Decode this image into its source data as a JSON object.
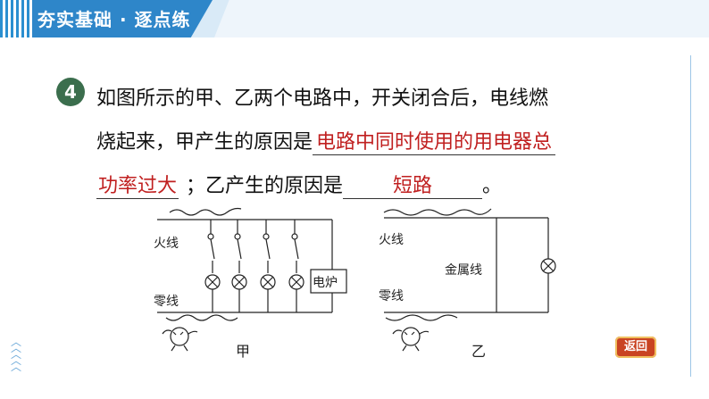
{
  "header": {
    "title": "夯实基础 · 逐点练"
  },
  "question": {
    "number": "4",
    "line1": "如图所示的甲、乙两个电路中，开关闭合后，电线燃",
    "line2_prefix": "烧起来，甲产生的原因是",
    "answer1_part1": "电路中同时使用的用电器总",
    "answer1_part2": "功率过大",
    "line3_mid": "；乙产生的原因是",
    "answer2": "短路",
    "line3_end": "。"
  },
  "diagram_jia": {
    "live_wire_label": "火线",
    "neutral_wire_label": "零线",
    "stove_label": "电炉",
    "caption": "甲"
  },
  "diagram_yi": {
    "live_wire_label": "火线",
    "neutral_wire_label": "零线",
    "metal_wire_label": "金属线",
    "caption": "乙"
  },
  "nav": {
    "back_label": "返回"
  },
  "colors": {
    "answer": "#c02020",
    "banner": "#2e86c9",
    "badge": "#3b6e4d"
  }
}
